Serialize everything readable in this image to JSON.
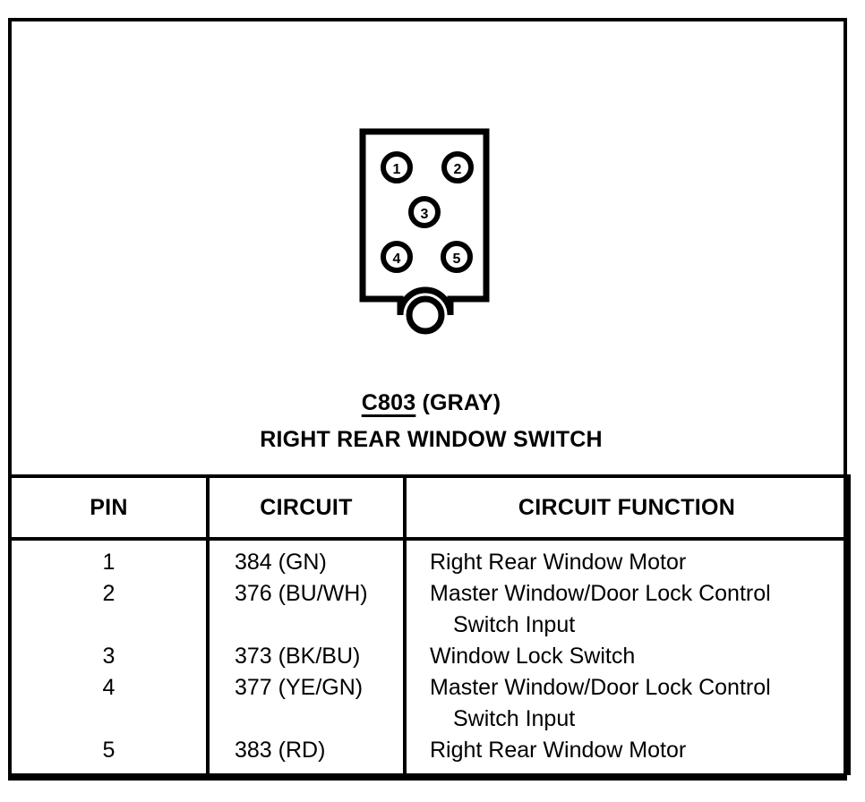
{
  "connector": {
    "code": "C803",
    "color": "(GRAY)",
    "name": "RIGHT REAR WINDOW SWITCH",
    "pins": [
      {
        "label": "1"
      },
      {
        "label": "2"
      },
      {
        "label": "3"
      },
      {
        "label": "4"
      },
      {
        "label": "5"
      }
    ]
  },
  "table": {
    "headers": {
      "pin": "PIN",
      "circuit": "CIRCUIT",
      "function": "CIRCUIT FUNCTION"
    },
    "rows": [
      {
        "pin": "1",
        "circuit": "384 (GN)",
        "function": "Right Rear Window Motor",
        "function_cont": ""
      },
      {
        "pin": "2",
        "circuit": "376 (BU/WH)",
        "function": "Master Window/Door Lock Control",
        "function_cont": "Switch Input"
      },
      {
        "pin": "3",
        "circuit": "373 (BK/BU)",
        "function": "Window Lock Switch",
        "function_cont": ""
      },
      {
        "pin": "4",
        "circuit": "377 (YE/GN)",
        "function": "Master Window/Door Lock Control",
        "function_cont": "Switch Input"
      },
      {
        "pin": "5",
        "circuit": "383 (RD)",
        "function": "Right Rear Window Motor",
        "function_cont": ""
      }
    ]
  },
  "colors": {
    "ink": "#000000",
    "paper": "#ffffff"
  }
}
